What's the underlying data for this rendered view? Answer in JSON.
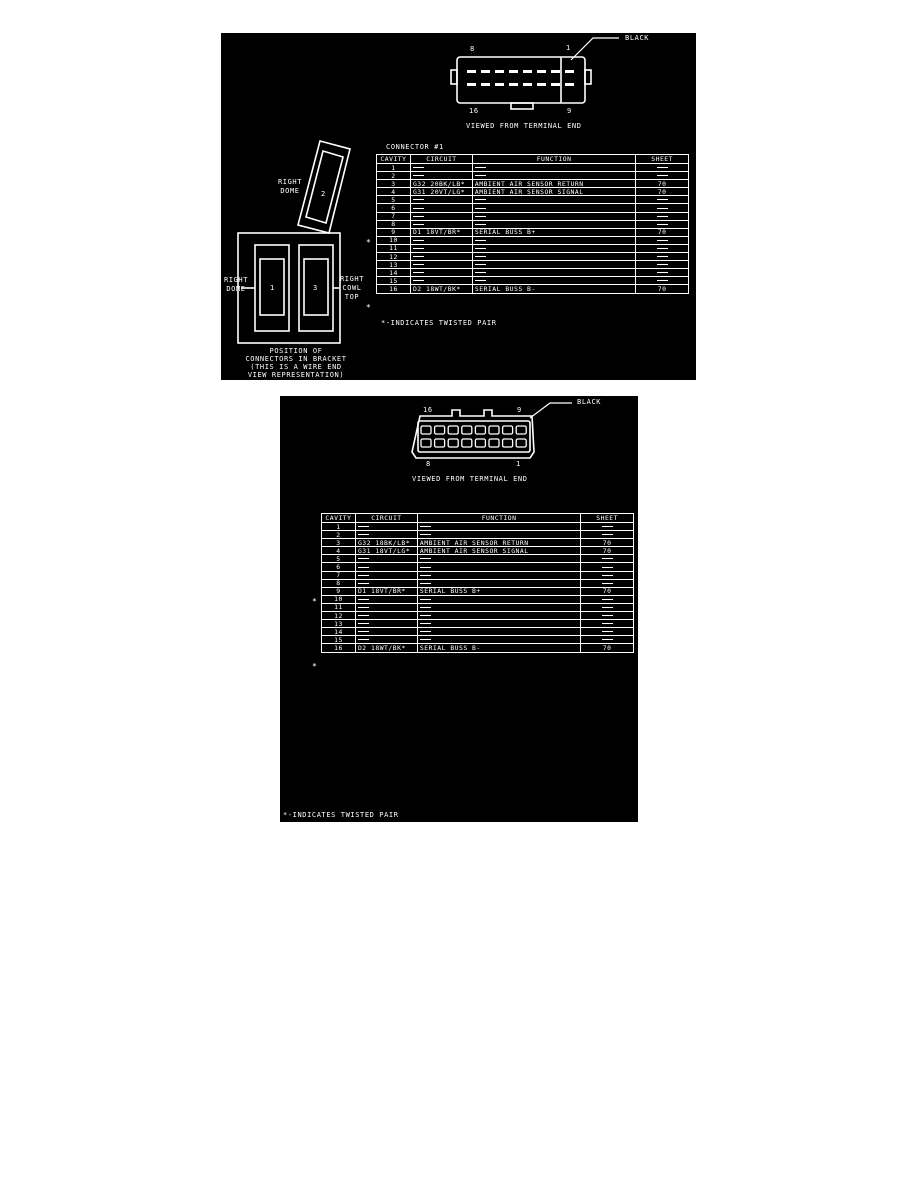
{
  "diagram_1": {
    "color_callout": "BLACK",
    "pin_top_left": "8",
    "pin_top_right": "1",
    "pin_bottom_left": "16",
    "pin_bottom_right": "9",
    "view_caption": "VIEWED FROM TERMINAL END",
    "connector_title": "CONNECTOR #1",
    "bracket": {
      "label_right_dome_top": [
        "RIGHT",
        "DOME"
      ],
      "label_right_dome_left": [
        "RIGHT",
        "DOME"
      ],
      "label_right_cowl_top": [
        "RIGHT",
        "COWL",
        "TOP"
      ],
      "slot_1": "1",
      "slot_2": "2",
      "slot_3": "3",
      "caption": [
        "POSITION OF",
        "CONNECTORS IN BRACKET",
        "(THIS IS A WIRE END",
        "VIEW REPRESENTATION)"
      ]
    },
    "table": {
      "headers": [
        "CAVITY",
        "CIRCUIT",
        "FUNCTION",
        "SHEET"
      ],
      "rows": [
        {
          "cavity": "1",
          "circuit": "",
          "function": "",
          "sheet": ""
        },
        {
          "cavity": "2",
          "circuit": "",
          "function": "",
          "sheet": ""
        },
        {
          "cavity": "3",
          "circuit": "G32 20BK/LB*",
          "function": "AMBIENT AIR SENSOR RETURN",
          "sheet": "70"
        },
        {
          "cavity": "4",
          "circuit": "G31 20VT/LG*",
          "function": "AMBIENT AIR SENSOR SIGNAL",
          "sheet": "70"
        },
        {
          "cavity": "5",
          "circuit": "",
          "function": "",
          "sheet": ""
        },
        {
          "cavity": "6",
          "circuit": "",
          "function": "",
          "sheet": ""
        },
        {
          "cavity": "7",
          "circuit": "",
          "function": "",
          "sheet": ""
        },
        {
          "cavity": "8",
          "circuit": "",
          "function": "",
          "sheet": ""
        },
        {
          "cavity": "9",
          "circuit": "D1 18VT/BR*",
          "function": "SERIAL BUSS B+",
          "sheet": "70"
        },
        {
          "cavity": "10",
          "circuit": "",
          "function": "",
          "sheet": ""
        },
        {
          "cavity": "11",
          "circuit": "",
          "function": "",
          "sheet": ""
        },
        {
          "cavity": "12",
          "circuit": "",
          "function": "",
          "sheet": ""
        },
        {
          "cavity": "13",
          "circuit": "",
          "function": "",
          "sheet": ""
        },
        {
          "cavity": "14",
          "circuit": "",
          "function": "",
          "sheet": ""
        },
        {
          "cavity": "15",
          "circuit": "",
          "function": "",
          "sheet": ""
        },
        {
          "cavity": "16",
          "circuit": "D2 18WT/BK*",
          "function": "SERIAL BUSS B-",
          "sheet": "70"
        }
      ],
      "marker": "*"
    },
    "note": "*-INDICATES TWISTED PAIR"
  },
  "diagram_2": {
    "color_callout": "BLACK",
    "pin_top_left": "16",
    "pin_top_right": "9",
    "pin_bottom_left": "8",
    "pin_bottom_right": "1",
    "view_caption": "VIEWED FROM TERMINAL END",
    "table": {
      "headers": [
        "CAVITY",
        "CIRCUIT",
        "FUNCTION",
        "SHEET"
      ],
      "rows": [
        {
          "cavity": "1",
          "circuit": "",
          "function": "",
          "sheet": ""
        },
        {
          "cavity": "2",
          "circuit": "",
          "function": "",
          "sheet": ""
        },
        {
          "cavity": "3",
          "circuit": "G32 18BK/LB*",
          "function": "AMBIENT AIR SENSOR RETURN",
          "sheet": "70"
        },
        {
          "cavity": "4",
          "circuit": "G31 18VT/LG*",
          "function": "AMBIENT AIR SENSOR SIGNAL",
          "sheet": "70"
        },
        {
          "cavity": "5",
          "circuit": "",
          "function": "",
          "sheet": ""
        },
        {
          "cavity": "6",
          "circuit": "",
          "function": "",
          "sheet": ""
        },
        {
          "cavity": "7",
          "circuit": "",
          "function": "",
          "sheet": ""
        },
        {
          "cavity": "8",
          "circuit": "",
          "function": "",
          "sheet": ""
        },
        {
          "cavity": "9",
          "circuit": "D1 18VT/BR*",
          "function": "SERIAL BUSS B+",
          "sheet": "70"
        },
        {
          "cavity": "10",
          "circuit": "",
          "function": "",
          "sheet": ""
        },
        {
          "cavity": "11",
          "circuit": "",
          "function": "",
          "sheet": ""
        },
        {
          "cavity": "12",
          "circuit": "",
          "function": "",
          "sheet": ""
        },
        {
          "cavity": "13",
          "circuit": "",
          "function": "",
          "sheet": ""
        },
        {
          "cavity": "14",
          "circuit": "",
          "function": "",
          "sheet": ""
        },
        {
          "cavity": "15",
          "circuit": "",
          "function": "",
          "sheet": ""
        },
        {
          "cavity": "16",
          "circuit": "D2 18WT/BK*",
          "function": "SERIAL BUSS B-",
          "sheet": "70"
        }
      ],
      "marker": "*"
    },
    "note": "*-INDICATES TWISTED PAIR"
  }
}
